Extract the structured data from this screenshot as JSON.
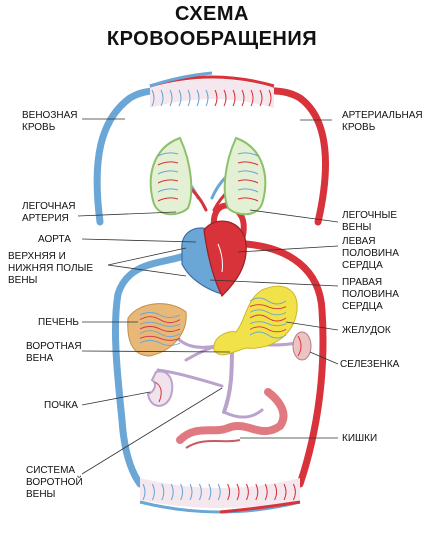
{
  "title": {
    "line1": "СХЕМА",
    "line2": "КРОВООБРАЩЕНИЯ"
  },
  "labels": {
    "venous_blood": [
      "ВЕНОЗНАЯ",
      "КРОВЬ"
    ],
    "arterial_blood": [
      "АРТЕРИАЛЬНАЯ",
      "КРОВЬ"
    ],
    "pulmonary_artery": [
      "ЛЕГОЧНАЯ",
      "АРТЕРИЯ"
    ],
    "aorta": [
      "АОРТА"
    ],
    "vena_cava": [
      "ВЕРХНЯЯ И",
      "НИЖНЯЯ ПОЛЫЕ",
      "ВЕНЫ"
    ],
    "pulmonary_veins": [
      "ЛЕГОЧНЫЕ",
      "ВЕНЫ"
    ],
    "left_heart": [
      "ЛЕВАЯ",
      "ПОЛОВИНА",
      "СЕРДЦА"
    ],
    "right_heart": [
      "ПРАВАЯ",
      "ПОЛОВИНА",
      "СЕРДЦА"
    ],
    "liver": [
      "ПЕЧЕНЬ"
    ],
    "stomach": [
      "ЖЕЛУДОК"
    ],
    "portal_vein": [
      "ВОРОТНАЯ",
      "ВЕНА"
    ],
    "spleen": [
      "СЕЛЕЗЕНКА"
    ],
    "kidney": [
      "ПОЧКА"
    ],
    "intestines": [
      "КИШКИ"
    ],
    "portal_system": [
      "СИСТЕМА",
      "ВОРОТНОЙ",
      "ВЕНЫ"
    ]
  },
  "colors": {
    "venous": "#6aa6d6",
    "arterial": "#d8323a",
    "lung": "#8cc06a",
    "liver": "#e8b878",
    "stomach": "#f2e24a",
    "portal": "#b9a3cc",
    "intestine": "#e07a80",
    "leader": "#333333"
  }
}
